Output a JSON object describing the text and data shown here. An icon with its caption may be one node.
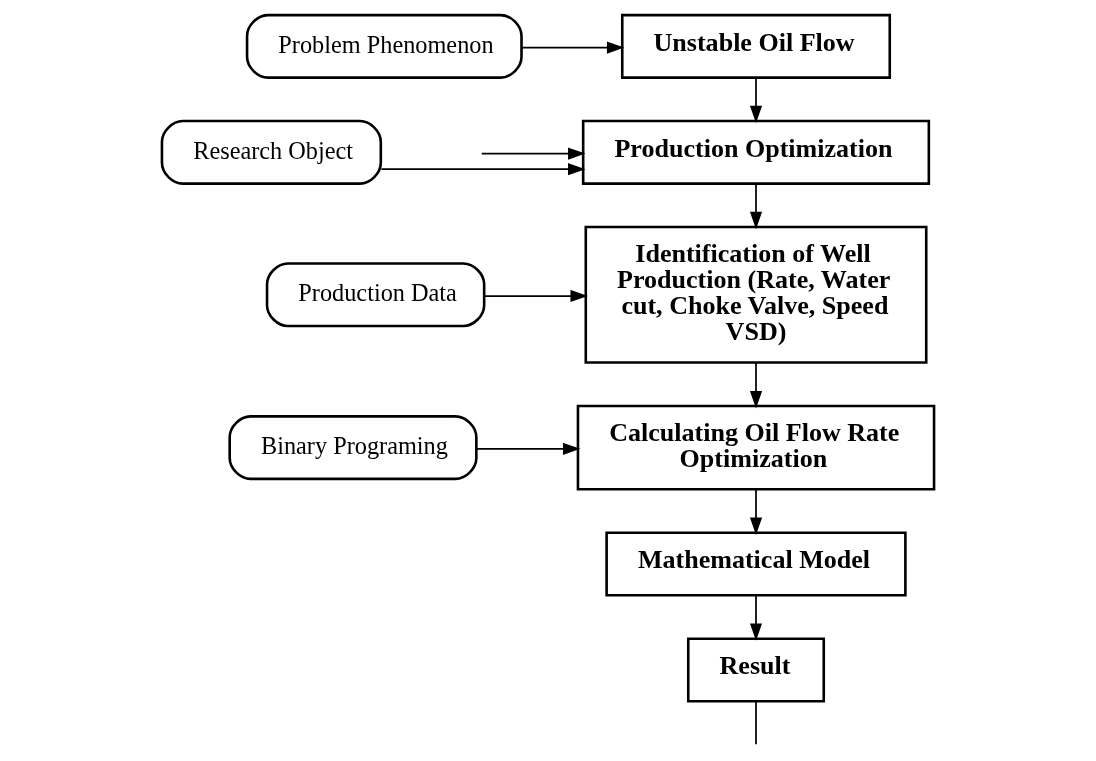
{
  "diagram": {
    "nodes": [
      {
        "text": [
          "Problem Phenomenon"
        ]
      },
      {
        "text": [
          "Unstable Oil Flow"
        ]
      },
      {
        "text": [
          "Research Object"
        ]
      },
      {
        "text": [
          "Production Optimization"
        ]
      },
      {
        "text": [
          "Identification of Well Production (Rate, Water cut, Choke Valve, Speed VSD)"
        ]
      },
      {
        "text": [
          "Production Data"
        ]
      },
      {
        "text": [
          "Calculating Oil Flow Rate Optimization"
        ]
      },
      {
        "text": [
          "Binary Programing"
        ]
      },
      {
        "text": [
          "Mathematical Model"
        ]
      },
      {
        "text": [
          "Result"
        ]
      }
    ],
    "edges": [
      {
        "from": 0,
        "to": 1,
        "arrow": "to"
      },
      {
        "from": 1,
        "to": 3,
        "arrow": "to"
      },
      {
        "from": 2,
        "to": 3,
        "arrow": "to"
      },
      {
        "from": null,
        "to": 3,
        "arrow": "to"
      },
      {
        "from": 3,
        "to": 4,
        "arrow": "to"
      },
      {
        "from": 5,
        "to": 4,
        "arrow": "to"
      },
      {
        "from": 4,
        "to": 6,
        "arrow": "to"
      },
      {
        "from": 7,
        "to": 6,
        "arrow": "to"
      },
      {
        "from": 6,
        "to": 8,
        "arrow": "to"
      },
      {
        "from": 8,
        "to": 9,
        "arrow": "to"
      },
      {
        "from": 9,
        "to": null,
        "arrow": "none"
      }
    ]
  }
}
